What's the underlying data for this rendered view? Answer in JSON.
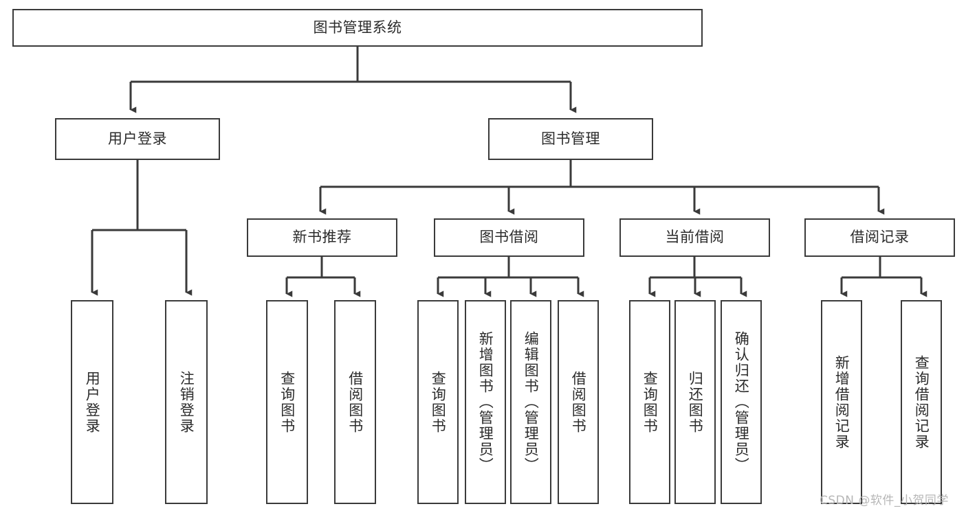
{
  "diagram": {
    "title": "图书管理系统",
    "type": "tree-hierarchy",
    "root": {
      "id": "root",
      "label": "图书管理系统"
    },
    "level2": [
      {
        "id": "user-login",
        "label": "用户登录"
      },
      {
        "id": "book-manage",
        "label": "图书管理"
      }
    ],
    "level3": [
      {
        "id": "new-book-rec",
        "label": "新书推荐",
        "parent": "book-manage"
      },
      {
        "id": "book-borrow",
        "label": "图书借阅",
        "parent": "book-manage"
      },
      {
        "id": "current-borrow",
        "label": "当前借阅",
        "parent": "book-manage"
      },
      {
        "id": "borrow-record",
        "label": "借阅记录",
        "parent": "book-manage"
      }
    ],
    "leaves": [
      {
        "id": "leaf-user-login",
        "label": "用户登录",
        "parent": "user-login"
      },
      {
        "id": "leaf-user-logout",
        "label": "注销登录",
        "parent": "user-login"
      },
      {
        "id": "leaf-query-book-1",
        "label": "查询图书",
        "parent": "new-book-rec"
      },
      {
        "id": "leaf-borrow-book-1",
        "label": "借阅图书",
        "parent": "new-book-rec"
      },
      {
        "id": "leaf-query-book-2",
        "label": "查询图书",
        "parent": "book-borrow"
      },
      {
        "id": "leaf-add-book",
        "label": "新增图书（管理员）",
        "parent": "book-borrow"
      },
      {
        "id": "leaf-edit-book",
        "label": "编辑图书（管理员）",
        "parent": "book-borrow"
      },
      {
        "id": "leaf-borrow-book-2",
        "label": "借阅图书",
        "parent": "book-borrow"
      },
      {
        "id": "leaf-query-book-3",
        "label": "查询图书",
        "parent": "current-borrow"
      },
      {
        "id": "leaf-return-book",
        "label": "归还图书",
        "parent": "current-borrow"
      },
      {
        "id": "leaf-confirm-return",
        "label": "确认归还（管理员）",
        "parent": "current-borrow"
      },
      {
        "id": "leaf-add-record",
        "label": "新增借阅记录",
        "parent": "borrow-record"
      },
      {
        "id": "leaf-query-record",
        "label": "查询借阅记录",
        "parent": "borrow-record"
      }
    ],
    "watermark": "CSDN @软件_小贺同学",
    "colors": {
      "stroke": "#3a3a3a",
      "background": "#ffffff",
      "text": "#2b2b2b",
      "watermark": "#b6b6b6"
    }
  }
}
